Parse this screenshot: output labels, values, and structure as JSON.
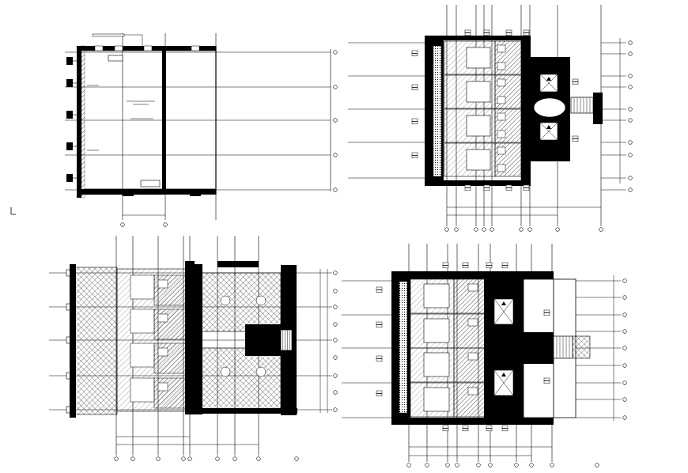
{
  "sheet": {
    "title": "",
    "background": "#ffffff",
    "ink": "#000000"
  },
  "plans": [
    {
      "id": "plan-a",
      "kind": "ground-floor-plan",
      "room_note": "",
      "axis_bubbles": 10
    },
    {
      "id": "plan-b",
      "kind": "upper-floor-plan",
      "axis_bubbles": 14
    },
    {
      "id": "plan-c",
      "kind": "detailed-floor-plan",
      "axis_bubbles": 16
    },
    {
      "id": "plan-d",
      "kind": "upper-floor-plan-variant",
      "axis_bubbles": 16
    }
  ],
  "patterns": [
    "diagonal-hatch",
    "cross-hatch",
    "solid-poche"
  ]
}
